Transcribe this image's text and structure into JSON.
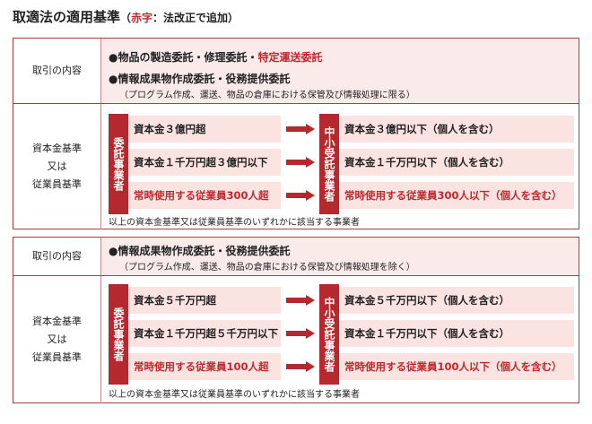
{
  "title": "取適法の適用基準",
  "title_note": {
    "open": "（",
    "red": "赤字",
    "rest": "：法改正で追加）"
  },
  "colors": {
    "accent": "#b5282e",
    "cell_bg": "#fbe3e1",
    "red_text": "#c0282d"
  },
  "sections": [
    {
      "transaction_label": "取引の内容",
      "line1": {
        "prefix": "●物品の製造委託・修理委託・",
        "red": "特定運送委託"
      },
      "line2": "●情報成果物作成委託・役務提供委託",
      "line3": "（プログラム作成、運送、物品の倉庫における保管及び情報処理に限る）",
      "criteria_label": [
        "資本金基準",
        "又は",
        "従業員基準"
      ],
      "consignor_label": "委託事業者",
      "consignee_label": "中小受託事業者",
      "rows": [
        {
          "left": "資本金３億円超",
          "right": "資本金３億円以下（個人を含む）",
          "red": false
        },
        {
          "left": "資本金１千万円超３億円以下",
          "right": "資本金１千万円以下（個人を含む）",
          "red": false
        },
        {
          "left": "常時使用する従業員300人超",
          "right": "常時使用する従業員300人以下（個人を含む）",
          "red": true
        }
      ],
      "footer": "以上の資本金基準又は従業員基準のいずれかに該当する事業者"
    },
    {
      "transaction_label": "取引の内容",
      "line1": {
        "prefix": "",
        "red": ""
      },
      "line2": "●情報成果物作成委託・役務提供委託",
      "line3": "（プログラム作成、運送、物品の倉庫における保管及び情報処理を除く）",
      "criteria_label": [
        "資本金基準",
        "又は",
        "従業員基準"
      ],
      "consignor_label": "委託事業者",
      "consignee_label": "中小受託事業者",
      "rows": [
        {
          "left": "資本金５千万円超",
          "right": "資本金５千万円以下（個人を含む）",
          "red": false
        },
        {
          "left": "資本金１千万円超５千万円以下",
          "right": "資本金１千万円以下（個人を含む）",
          "red": false
        },
        {
          "left": "常時使用する従業員100人超",
          "right": "常時使用する従業員100人以下（個人を含む）",
          "red": true
        }
      ],
      "footer": "以上の資本金基準又は従業員基準のいずれかに該当する事業者"
    }
  ]
}
